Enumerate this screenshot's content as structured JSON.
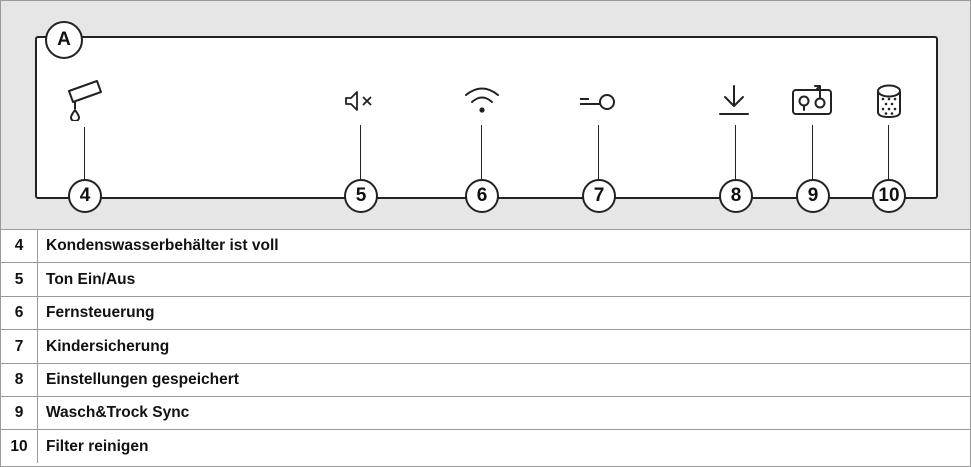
{
  "panel": {
    "label": "A",
    "indicators": [
      {
        "number": "4",
        "icon": "water-drop-container-icon"
      },
      {
        "number": "5",
        "icon": "speaker-mute-icon"
      },
      {
        "number": "6",
        "icon": "wifi-icon"
      },
      {
        "number": "7",
        "icon": "key-lock-icon"
      },
      {
        "number": "8",
        "icon": "download-icon"
      },
      {
        "number": "9",
        "icon": "sync-icon"
      },
      {
        "number": "10",
        "icon": "filter-icon"
      }
    ]
  },
  "legend": {
    "rows": [
      {
        "number": "4",
        "text": "Kondenswasserbehälter ist voll"
      },
      {
        "number": "5",
        "text": "Ton Ein/Aus"
      },
      {
        "number": "6",
        "text": "Fernsteuerung"
      },
      {
        "number": "7",
        "text": "Kindersicherung"
      },
      {
        "number": "8",
        "text": "Einstellungen gespeichert"
      },
      {
        "number": "9",
        "text": "Wasch&Trock Sync"
      },
      {
        "number": "10",
        "text": "Filter reinigen"
      }
    ]
  }
}
